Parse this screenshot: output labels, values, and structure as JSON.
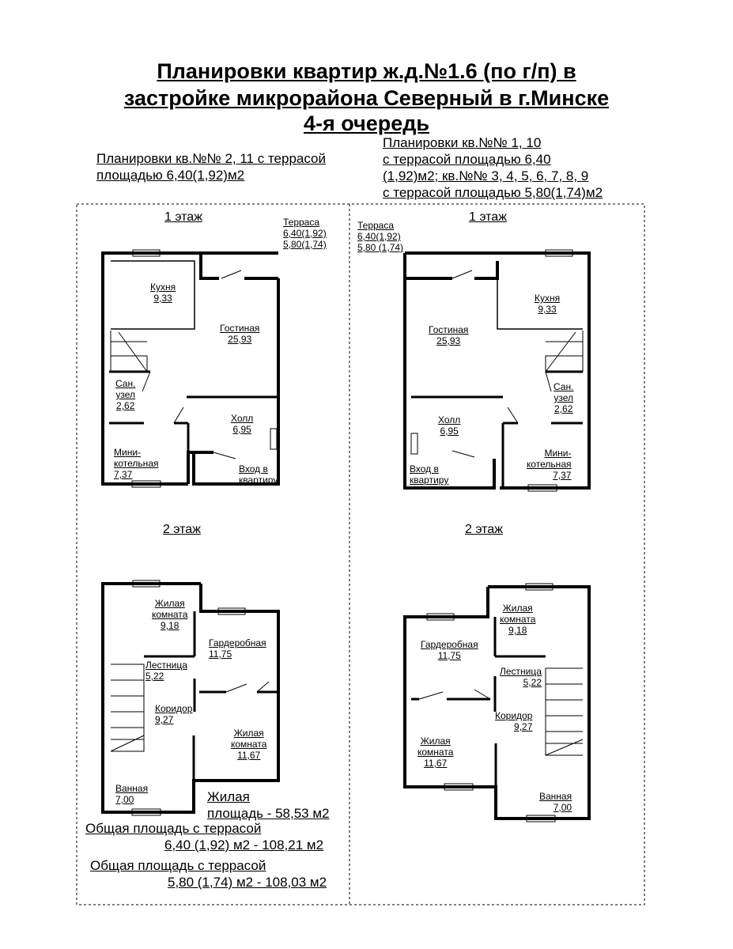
{
  "title": {
    "line1": "Планировки квартир ж.д.№1.6  (по г/п) в",
    "line2": "застройке микрорайона Северный в г.Минске",
    "line3": "4-я очередь"
  },
  "left_plan": {
    "caption": [
      "Планировки кв.№№ 2, 11 с террасой",
      "площадью 6,40(1,92)м2"
    ],
    "floor1": {
      "heading": "1 этаж",
      "terrace": [
        "Терраса",
        "6,40(1,92)",
        "5,80(1,74)"
      ],
      "rooms": [
        {
          "name": [
            "Кухня"
          ],
          "area": "9,33"
        },
        {
          "name": [
            "Гостиная"
          ],
          "area": "25,93"
        },
        {
          "name": [
            "Сан.",
            "узел"
          ],
          "area": "2,62"
        },
        {
          "name": [
            "Холл"
          ],
          "area": "6,95"
        },
        {
          "name": [
            "Мини-",
            "котельная"
          ],
          "area": "7,37"
        },
        {
          "name": [
            "Вход в",
            "квартиру"
          ],
          "area": ""
        }
      ]
    },
    "floor2": {
      "heading": "2 этаж",
      "rooms": [
        {
          "name": [
            "Жилая",
            "комната"
          ],
          "area": "9,18"
        },
        {
          "name": [
            "Гардеробная"
          ],
          "area": "11,75"
        },
        {
          "name": [
            "Лестница"
          ],
          "area": "5,22"
        },
        {
          "name": [
            "Коридор"
          ],
          "area": "9,27"
        },
        {
          "name": [
            "Жилая",
            "комната"
          ],
          "area": "11,67"
        },
        {
          "name": [
            "Ванная"
          ],
          "area": "7,00"
        }
      ]
    },
    "totals": {
      "living": [
        "Жилая",
        "площадь - 58,53 м2"
      ],
      "total_a": [
        "Общая площадь с террасой",
        "6,40 (1,92) м2 - 108,21 м2"
      ],
      "total_b": [
        "Общая площадь с террасой",
        "5,80 (1,74) м2 - 108,03 м2"
      ]
    }
  },
  "right_plan": {
    "caption": [
      "Планировки кв.№№ 1, 10",
      "с террасой площадью 6,40",
      "(1,92)м2; кв.№№ 3, 4, 5, 6, 7, 8, 9",
      "с террасой площадью 5,80(1,74)м2"
    ],
    "floor1": {
      "heading": "1 этаж",
      "terrace": [
        "Терраса",
        "6,40(1,92)",
        "5,80 (1,74)"
      ],
      "rooms": [
        {
          "name": [
            "Кухня"
          ],
          "area": "9,33"
        },
        {
          "name": [
            "Гостиная"
          ],
          "area": "25,93"
        },
        {
          "name": [
            "Сан.",
            "узел"
          ],
          "area": "2,62"
        },
        {
          "name": [
            "Холл"
          ],
          "area": "6,95"
        },
        {
          "name": [
            "Мини-",
            "котельная"
          ],
          "area": "7,37"
        },
        {
          "name": [
            "Вход в",
            "квартиру"
          ],
          "area": ""
        }
      ]
    },
    "floor2": {
      "heading": "2 этаж",
      "rooms": [
        {
          "name": [
            "Жилая",
            "комната"
          ],
          "area": "9,18"
        },
        {
          "name": [
            "Гардеробная"
          ],
          "area": "11,75"
        },
        {
          "name": [
            "Лестница"
          ],
          "area": "5,22"
        },
        {
          "name": [
            "Коридор"
          ],
          "area": "9,27"
        },
        {
          "name": [
            "Жилая",
            "комната"
          ],
          "area": "11,67"
        },
        {
          "name": [
            "Ванная"
          ],
          "area": "7,00"
        }
      ]
    }
  }
}
